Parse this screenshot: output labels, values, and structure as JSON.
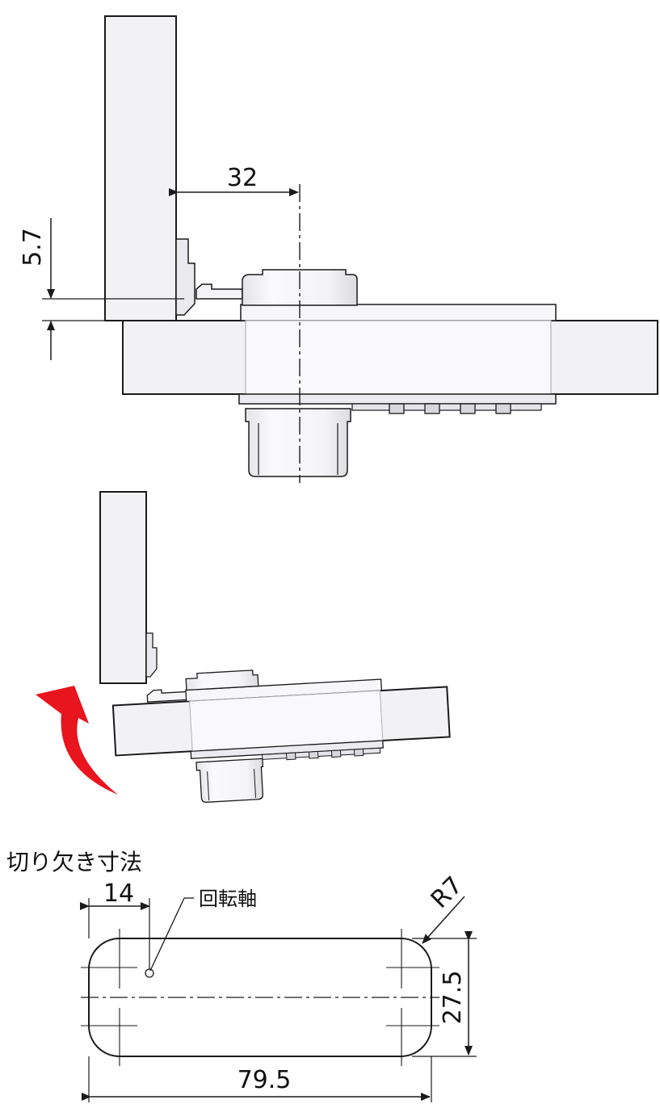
{
  "dimensions": {
    "horizontal_offset": "32",
    "vertical_offset": "5.7",
    "pivot_offset": "14",
    "cutout_width": "79.5",
    "cutout_height": "27.5",
    "corner_radius": "R7"
  },
  "labels": {
    "cutout_title": "切り欠き寸法",
    "pivot_axis": "回転軸"
  },
  "colors": {
    "line": "#1a1a1a",
    "panel_fill": "#f2f2f4",
    "latch_fill": "#f7f7f9",
    "arrow_fill": "#e8141e"
  }
}
